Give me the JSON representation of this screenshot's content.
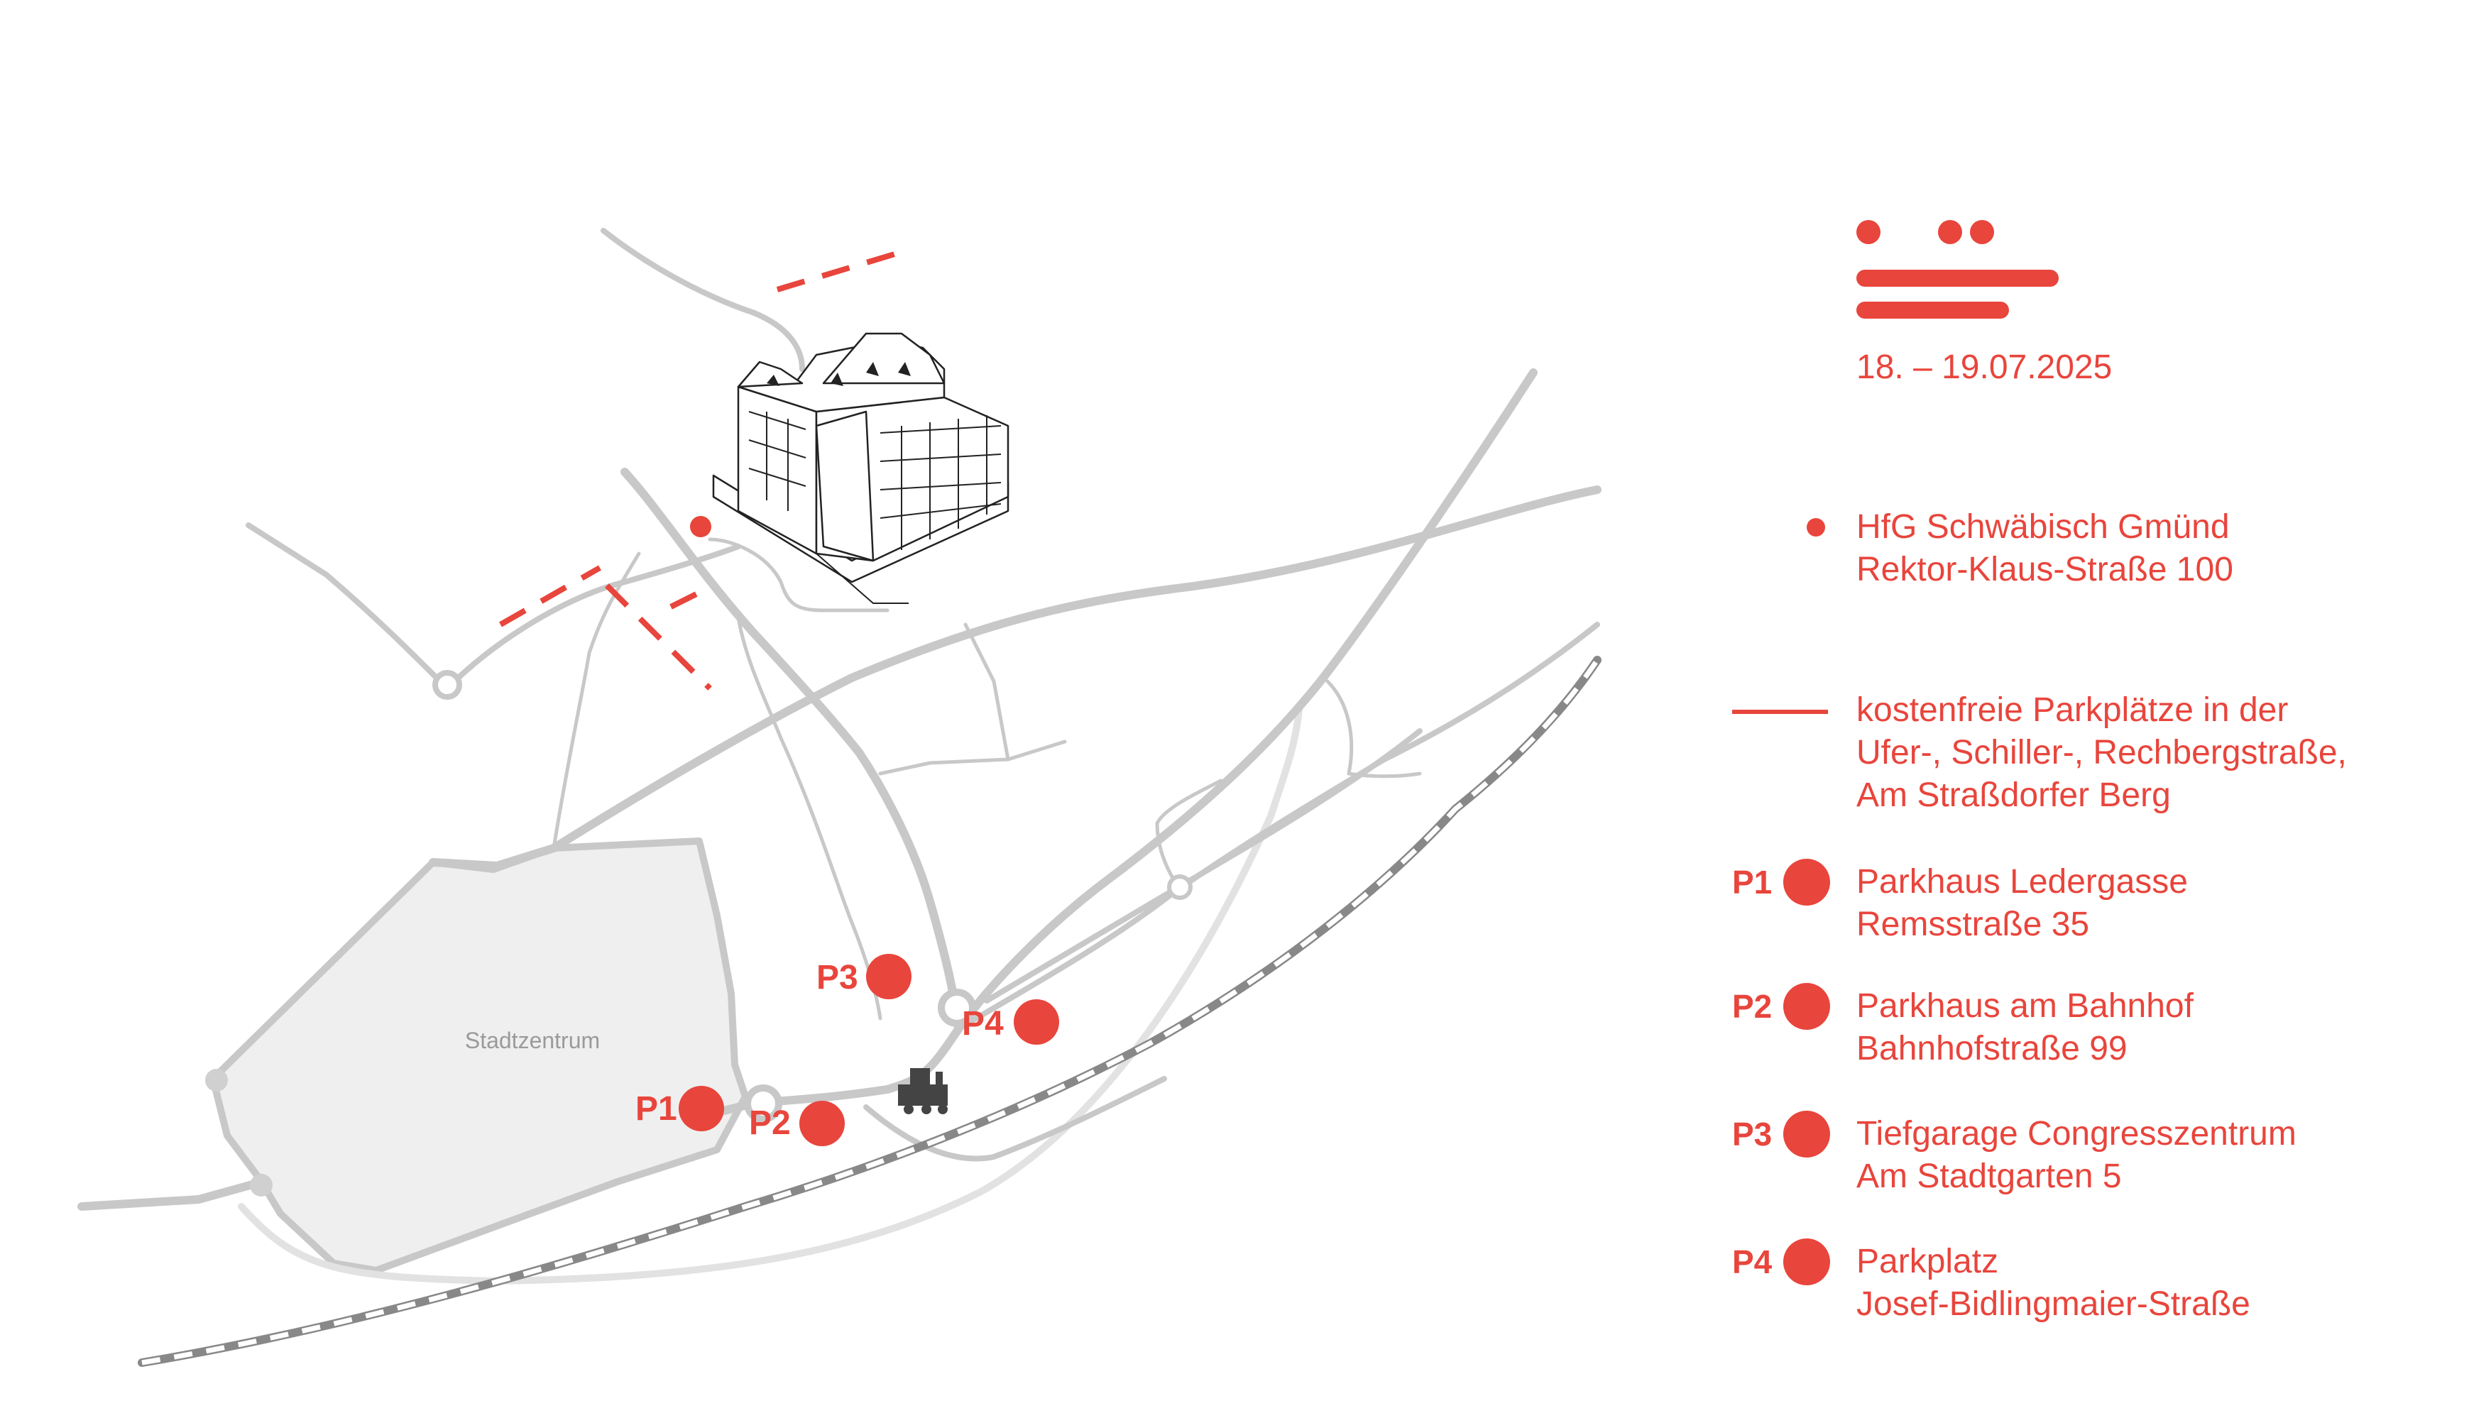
{
  "colors": {
    "accent": "#e8453c",
    "road": "#c8c8c8",
    "city_fill": "#efefef"
  },
  "event": {
    "date": "18. – 19.07.2025"
  },
  "map": {
    "city_center_label": "Stadtzentrum",
    "markers": [
      {
        "code": "P1"
      },
      {
        "code": "P2"
      },
      {
        "code": "P3"
      },
      {
        "code": "P4"
      }
    ]
  },
  "legend": {
    "venue": {
      "line1": "HfG Schwäbisch Gmünd",
      "line2": "Rektor-Klaus-Straße 100",
      "icon": "dot-icon"
    },
    "free_parking": {
      "line1": "kostenfreie Parkplätze in der",
      "line2": "Ufer-, Schiller-, Rechbergstraße,",
      "line3": "Am Straßdorfer Berg",
      "icon": "dash-line-icon"
    },
    "parking": [
      {
        "code": "P1",
        "line1": "Parkhaus Ledergasse",
        "line2": "Remsstraße 35"
      },
      {
        "code": "P2",
        "line1": "Parkhaus am Bahnhof",
        "line2": "Bahnhofstraße 99"
      },
      {
        "code": "P3",
        "line1": "Tiefgarage Congresszentrum",
        "line2": "Am Stadtgarten 5"
      },
      {
        "code": "P4",
        "line1": "Parkplatz",
        "line2": "Josef-Bidlingmaier-Straße"
      }
    ]
  }
}
